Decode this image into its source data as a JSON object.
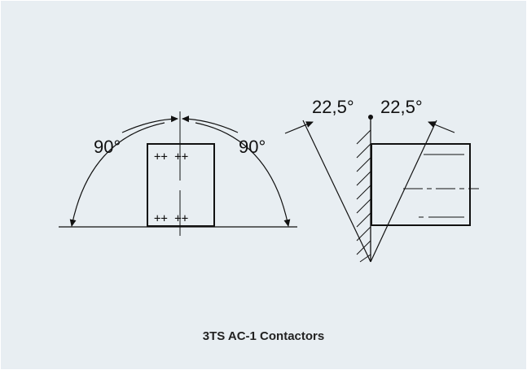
{
  "caption": "3TS AC-1 Contactors",
  "left_view": {
    "angle_left": "90°",
    "angle_right": "90°",
    "terminal_marks_top": "++ ++",
    "terminal_marks_bottom": "++ ++"
  },
  "right_view": {
    "angle_left": "22,5°",
    "angle_right": "22,5°"
  },
  "colors": {
    "background": "#e8eef2",
    "line": "#111111"
  }
}
